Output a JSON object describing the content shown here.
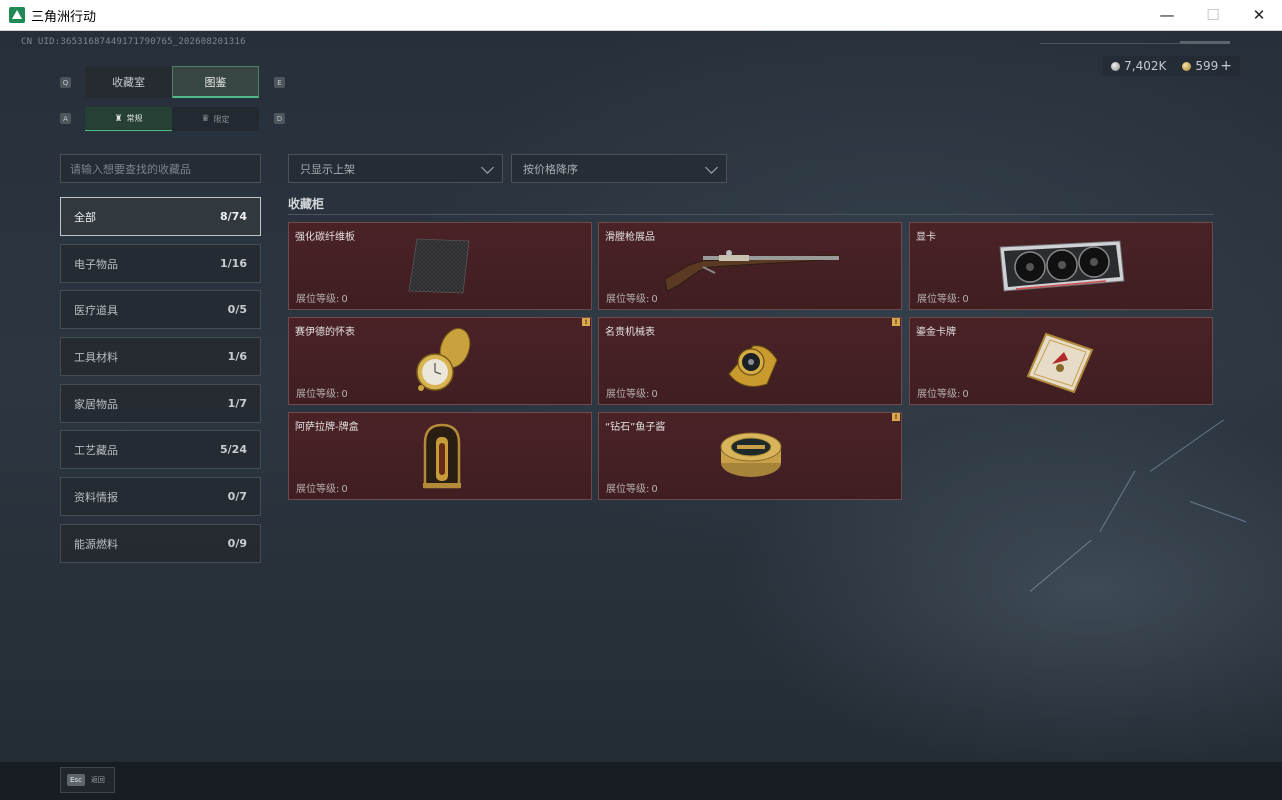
{
  "window": {
    "title": "三角洲行动",
    "minimize": "—",
    "maximize": "☐",
    "close": "✕"
  },
  "uid": "CN UID:365316874491717907​65_202608201316",
  "currency": {
    "silver": "7,402K",
    "gold": "599",
    "add": "+"
  },
  "key_hints": {
    "tab_prev": "Q",
    "tab_next": "E",
    "sub_prev": "A",
    "sub_next": "D"
  },
  "tabs": [
    {
      "label": "收藏室"
    },
    {
      "label": "图鉴"
    }
  ],
  "subtabs": [
    {
      "label": "常规"
    },
    {
      "label": "限定"
    }
  ],
  "search": {
    "placeholder": "请输入想要查找的收藏品"
  },
  "filters": {
    "shelf": "只显示上架",
    "sort": "按价格降序"
  },
  "categories": [
    {
      "label": "全部",
      "count": "8/74"
    },
    {
      "label": "电子物品",
      "count": "1/16"
    },
    {
      "label": "医疗道具",
      "count": "0/5"
    },
    {
      "label": "工具材料",
      "count": "1/6"
    },
    {
      "label": "家居物品",
      "count": "1/7"
    },
    {
      "label": "工艺藏品",
      "count": "5/24"
    },
    {
      "label": "资料情报",
      "count": "0/7"
    },
    {
      "label": "能源燃料",
      "count": "0/9"
    }
  ],
  "section": {
    "title": "收藏柜"
  },
  "level_label": "展位等级:",
  "badge_text": "!",
  "items": [
    {
      "name": "强化碳纤维板",
      "level": "0",
      "icon": "carbon-plate-icon"
    },
    {
      "name": "滑膛枪展品",
      "level": "0",
      "icon": "musket-icon"
    },
    {
      "name": "显卡",
      "level": "0",
      "icon": "graphics-card-icon"
    },
    {
      "name": "赛伊德的怀表",
      "level": "0",
      "icon": "pocket-watch-icon"
    },
    {
      "name": "名贵机械表",
      "level": "0",
      "icon": "wristwatch-icon"
    },
    {
      "name": "鎏金卡牌",
      "level": "0",
      "icon": "gilded-card-icon"
    },
    {
      "name": "阿萨拉牌-牌盒",
      "level": "0",
      "icon": "card-box-icon"
    },
    {
      "name": "“钻石”鱼子酱",
      "level": "0",
      "icon": "caviar-tin-icon"
    }
  ],
  "bottom": {
    "esc_key": "Esc",
    "esc_label": "返回"
  },
  "colors": {
    "accent": "#4fb987",
    "card_bg": "#4a2226",
    "badge": "#d9a84a"
  }
}
